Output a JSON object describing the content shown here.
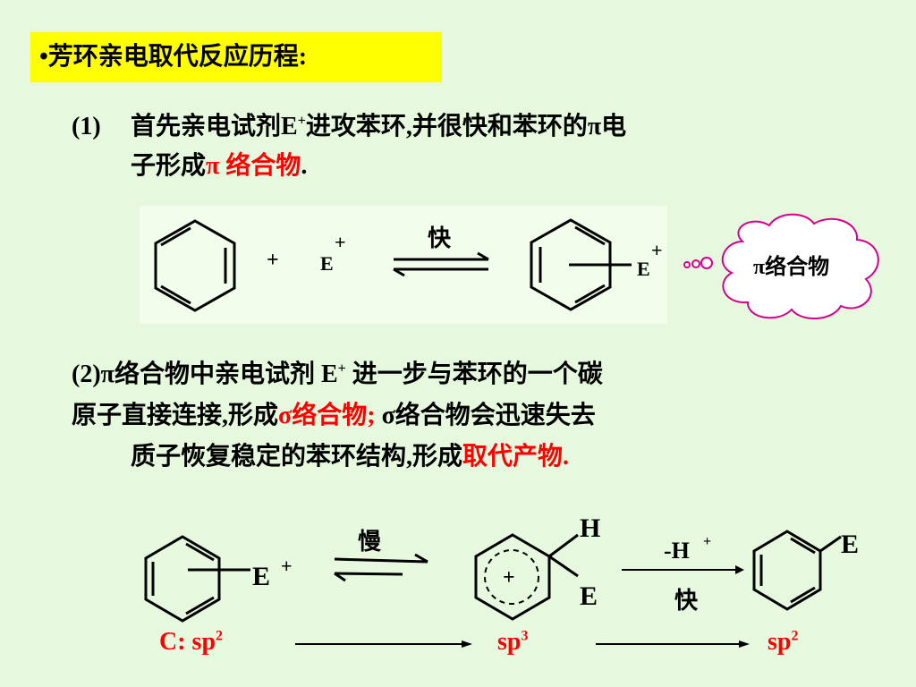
{
  "title": "•芳环亲电取代反应历程:",
  "step1": {
    "number": "(1)",
    "line1_text": "首先亲电试剂E",
    "line1_sup": "+",
    "line1_rest": "进攻苯环,并很快和苯环的π电",
    "line2_text": "子形成",
    "line2_red": "π 络合物",
    "line2_end": "."
  },
  "reaction1": {
    "plus": "+",
    "electrophile": "E",
    "charge": "+",
    "arrow_label": "快",
    "product_E": "E",
    "product_charge": "+",
    "bubble_text": "π络合物"
  },
  "step2": {
    "line1": "(2)π络合物中亲电试剂 E",
    "line1_sup": "+",
    "line1_rest": " 进一步与苯环的一个碳",
    "line2_start": "原子直接连接,形成",
    "line2_red": "σ络合物;",
    "line2_rest": " σ络合物会迅速失去",
    "line3_start": "质子恢复稳定的苯环结构,形成",
    "line3_red": "取代产物."
  },
  "reaction2": {
    "E_left": "E",
    "charge_left": "+",
    "slow_label": "慢",
    "H": "H",
    "E_mid": "E",
    "ring_plus": "+",
    "minus_H": "-H",
    "minus_H_sup": "+",
    "fast_label": "快",
    "E_right": "E"
  },
  "hybridization": {
    "start": "C:  sp",
    "start_sup": "2",
    "mid": "sp",
    "mid_sup": "3",
    "end": "sp",
    "end_sup": "2"
  },
  "colors": {
    "background": "#e6f9df",
    "title_bg": "#ffff00",
    "highlight": "#ff0000",
    "bubble_border": "#d4008f",
    "reaction_box": "#f2fdec"
  }
}
